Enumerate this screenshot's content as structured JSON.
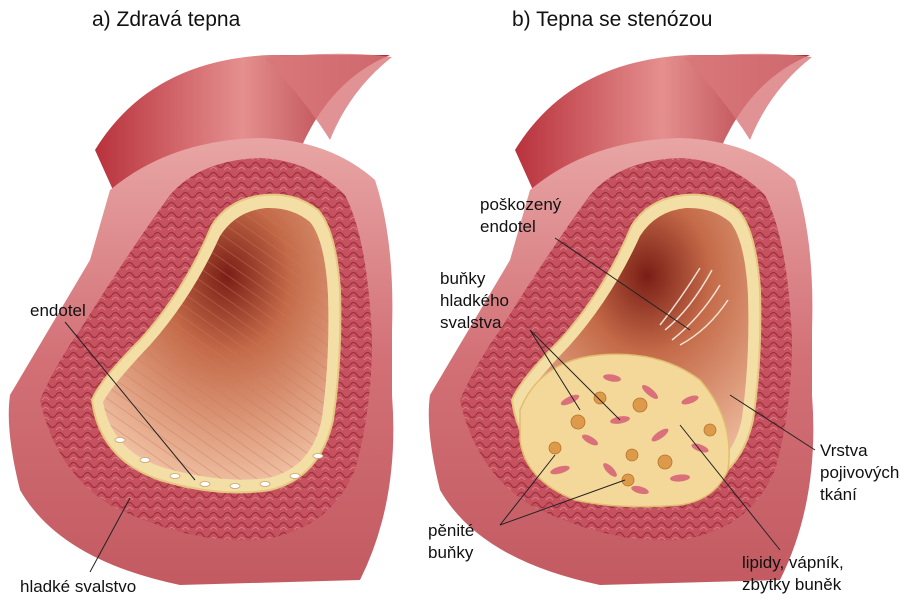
{
  "panel_a": {
    "title": "a) Zdravá tepna",
    "labels": {
      "endotel": "endotel",
      "hladke_svalstvo": "hladké svalstvo"
    }
  },
  "panel_b": {
    "title": "b) Tepna se stenózou",
    "labels": {
      "poskozeny_endotel": "poškozený\nendotel",
      "bunky_hladkeho_svalstva": "buňky\nhladkého\nsvalstva",
      "vrstva_pojivovych_tkani": "Vrstva\npojivových\ntkání",
      "penite_bunky": "pěnité\nbuňky",
      "lipidy": "lipidy, vápník,\nzbytky buněk"
    }
  },
  "colors": {
    "outer_wall": "#d9787c",
    "outer_wall_dark": "#b5444c",
    "muscle": "#c9555f",
    "lumen_dark": "#8a2a20",
    "lumen_light": "#f0b59a",
    "endothelium": "#f3dfa6",
    "plaque": "#f3d89a",
    "cell": "#d9707a",
    "foam_cell": "#d98a3a"
  }
}
